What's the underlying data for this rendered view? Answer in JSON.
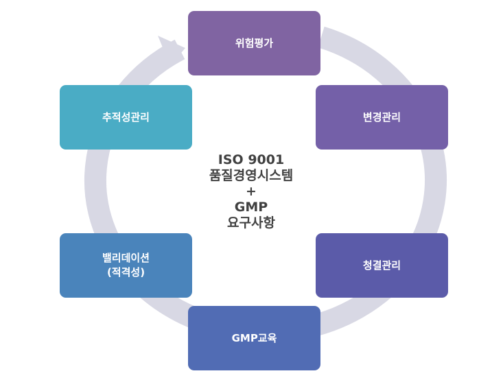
{
  "center": {
    "lines": [
      "ISO 9001",
      "품질경영시스템",
      "+",
      "GMP",
      "요구사항"
    ]
  },
  "nodes": [
    {
      "lines": [
        "위험평가"
      ],
      "color": "#8064a2"
    },
    {
      "lines": [
        "변경관리"
      ],
      "color": "#7460a8"
    },
    {
      "lines": [
        "청결관리"
      ],
      "color": "#5b5ba9"
    },
    {
      "lines": [
        "GMP교육"
      ],
      "color": "#516cb4"
    },
    {
      "lines": [
        "밸리데이션",
        "(적격성)"
      ],
      "color": "#4a84bb"
    },
    {
      "lines": [
        "추적성관리"
      ],
      "color": "#4aacc5"
    }
  ],
  "colors": {
    "ring": "#d8d8e4",
    "center_text": "#404040"
  }
}
